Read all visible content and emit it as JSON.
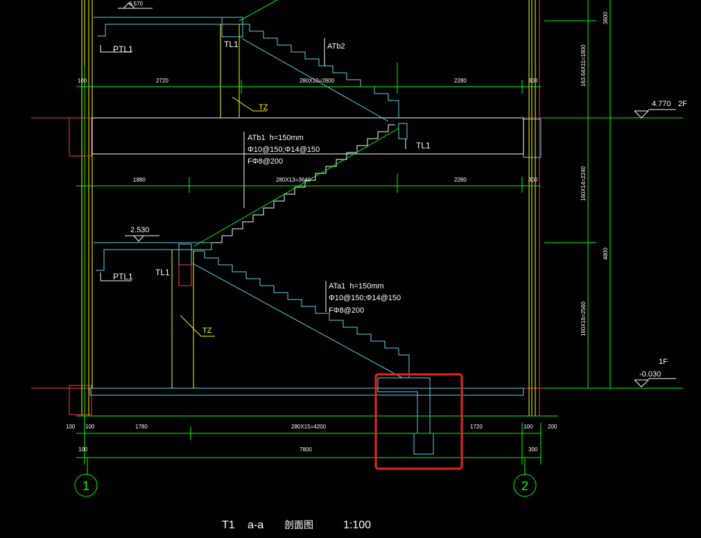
{
  "drawing": {
    "title_main": "T1",
    "title_section": "a-a",
    "title_cn": "剖面图",
    "title_scale": "1:100"
  },
  "grid": {
    "left_bubble": "1",
    "right_bubble": "2"
  },
  "elevations": [
    {
      "id": "top",
      "value": "6.570"
    },
    {
      "id": "mid",
      "value": "2.530"
    },
    {
      "id": "level-2f",
      "value": "4.770",
      "floor": "2F"
    },
    {
      "id": "level-1f",
      "value": "-0.030",
      "floor": "1F"
    }
  ],
  "beam_labels": {
    "ptl1_top": "PTL1",
    "ptl1_mid": "PTL1",
    "tl1_top": "TL1",
    "tl1_mid": "TL1",
    "tl1_landing": "TL1",
    "tz_top": "TZ",
    "tz_mid": "TZ"
  },
  "flights": {
    "atb2": {
      "name": "ATb2"
    },
    "atb1": {
      "name": "ATb1  h=150mm",
      "rebar1": "Φ10@150;Φ14@150",
      "rebar2": "FΦ8@200"
    },
    "ata1": {
      "name": "ATa1  h=150mm",
      "rebar1": "Φ10@150;Φ14@150",
      "rebar2": "FΦ8@200"
    }
  },
  "dims_row1": [
    "100",
    "2720",
    "280X10=2800",
    "2280",
    "300"
  ],
  "dims_row2": [
    "1880",
    "280X13=3640",
    "2280",
    "300"
  ],
  "dims_row3": [
    "100",
    "100",
    "1780",
    "280X15=4200",
    "1720",
    "100",
    "200"
  ],
  "dims_row4": [
    "100",
    "7800",
    "300"
  ],
  "dims_vertical": [
    "3600",
    "163.64X11=1800",
    "160X14=2240",
    "4800",
    "160X16=2560"
  ],
  "highlight": {
    "color": "#e8231f"
  },
  "colors": {
    "green": "#00ff00",
    "yellow": "#ffff00",
    "cyan": "#5fd3e8",
    "white": "#ffffff",
    "red": "#ff3030"
  }
}
